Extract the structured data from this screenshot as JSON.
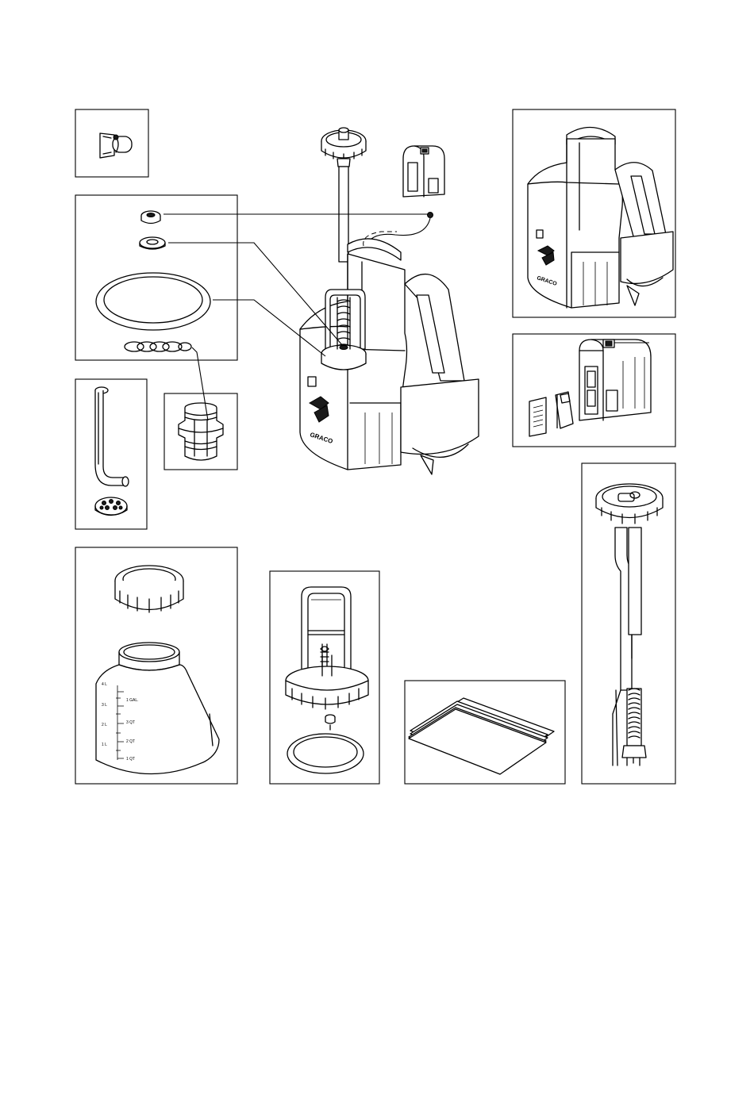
{
  "brand": {
    "logo_text": "GRACO"
  },
  "bottle": {
    "graduations_left": [
      "4 L",
      "3 L",
      "2 L",
      "1 L"
    ],
    "graduations_right": [
      "1 GAL.",
      "3 QT",
      "2 QT",
      "1 QT"
    ]
  }
}
